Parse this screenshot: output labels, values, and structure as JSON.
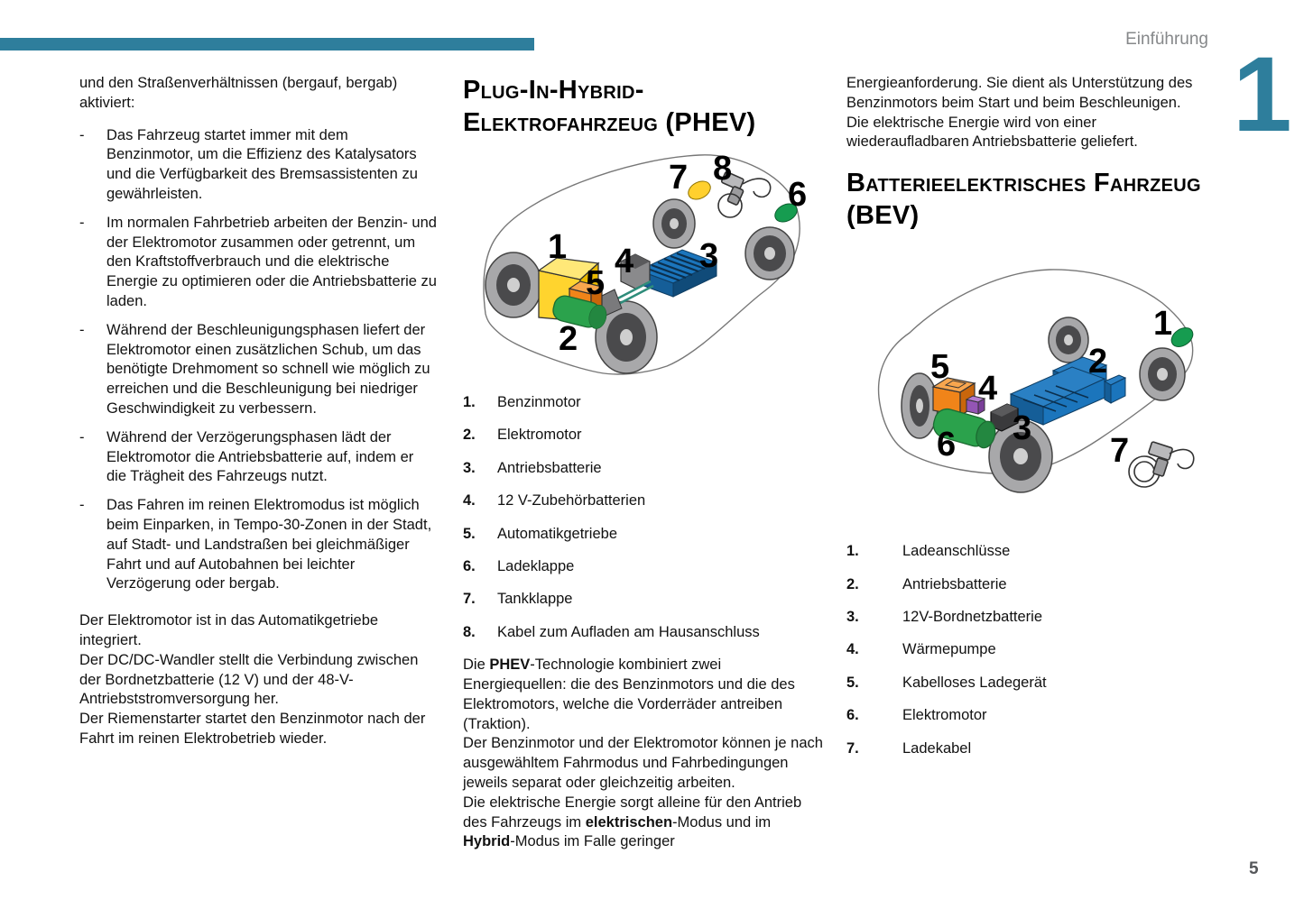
{
  "page": {
    "header": "Einführung",
    "chapter_number": "1",
    "page_number": "5"
  },
  "colors": {
    "accent_teal": "#2E7E9C",
    "header_gray": "#86888A",
    "battery_blue": "#1B75BC",
    "engine_yellow": "#FFD42E",
    "gearbox_orange": "#F08419",
    "motor_green": "#2BA24C",
    "flap_green": "#169C50",
    "flap_yellow": "#FFD02E",
    "heatpump_purple": "#9455B5"
  },
  "left_column": {
    "marker": "-",
    "intro": "und den Straßenverhältnissen (bergauf, bergab) aktiviert:",
    "bullets": [
      "Das Fahrzeug startet immer mit dem Benzinmotor, um die Effizienz des Katalysators und die Verfügbarkeit des Bremsassistenten zu gewährleisten.",
      "Im normalen Fahrbetrieb arbeiten der Benzin- und der Elektromotor zusammen oder getrennt, um den Kraftstoffverbrauch und die elektrische Energie zu optimieren oder die Antriebsbatterie zu laden.",
      "Während der Beschleunigungsphasen liefert der Elektromotor einen zusätzlichen Schub, um das benötigte Drehmoment so schnell wie möglich zu erreichen und die Beschleunigung bei niedriger Geschwindigkeit zu verbessern.",
      "Während der Verzögerungsphasen lädt der Elektromotor die Antriebsbatterie auf, indem er die Trägheit des Fahrzeugs nutzt.",
      "Das Fahren im reinen Elektromodus ist möglich beim Einparken, in Tempo-30-Zonen in der Stadt, auf Stadt- und Landstraßen bei gleichmäßiger Fahrt und auf Autobahnen bei leichter Verzögerung oder bergab."
    ],
    "closing": "Der Elektromotor ist in das Automatikgetriebe integriert.\nDer DC/DC-Wandler stellt die Verbindung zwischen der Bordnetzbatterie (12 V) und der 48-V-Antriebststromversorgung her.\nDer Riemenstarter startet den Benzinmotor nach der Fahrt im reinen Elektrobetrieb wieder."
  },
  "phev": {
    "title": "Plug-In-Hybrid-Elektrofahrzeug (PHEV)",
    "nums": [
      "1",
      "2",
      "3",
      "4",
      "5",
      "6",
      "7",
      "8"
    ],
    "legend": [
      {
        "num": "1.",
        "label": "Benzinmotor"
      },
      {
        "num": "2.",
        "label": "Elektromotor"
      },
      {
        "num": "3.",
        "label": "Antriebsbatterie"
      },
      {
        "num": "4.",
        "label": "12 V-Zubehörbatterien"
      },
      {
        "num": "5.",
        "label": "Automatikgetriebe"
      },
      {
        "num": "6.",
        "label": "Ladeklappe"
      },
      {
        "num": "7.",
        "label": "Tankklappe"
      },
      {
        "num": "8.",
        "label": "Kabel zum Aufladen am Hausanschluss"
      }
    ],
    "text": {
      "seg0": "Die ",
      "seg1": "PHEV",
      "seg2": "-Technologie kombiniert zwei Energiequellen: die des Benzinmotors und die des Elektromotors, welche die Vorderräder antreiben (Traktion).\nDer Benzinmotor und der Elektromotor können je nach ausgewähltem Fahrmodus und Fahrbedingungen jeweils separat oder gleichzeitig arbeiten.\nDie elektrische Energie sorgt alleine für den Antrieb des Fahrzeugs im ",
      "seg3": "elektrischen",
      "seg4": "-Modus und im ",
      "seg5": "Hybrid",
      "seg6": "-Modus im Falle geringer"
    }
  },
  "bev": {
    "intro": "Energieanforderung. Sie dient als Unterstützung des Benzinmotors beim Start und beim Beschleunigen.\nDie elektrische Energie wird von einer wiederaufladbaren Antriebsbatterie geliefert.",
    "title": "Batterieelektrisches Fahrzeug (BEV)",
    "nums": [
      "1",
      "2",
      "3",
      "4",
      "5",
      "6",
      "7"
    ],
    "legend": [
      {
        "num": "1.",
        "label": "Ladeanschlüsse"
      },
      {
        "num": "2.",
        "label": "Antriebsbatterie"
      },
      {
        "num": "3.",
        "label": "12V-Bordnetzbatterie"
      },
      {
        "num": "4.",
        "label": "Wärmepumpe"
      },
      {
        "num": "5.",
        "label": "Kabelloses Ladegerät"
      },
      {
        "num": "6.",
        "label": "Elektromotor"
      },
      {
        "num": "7.",
        "label": "Ladekabel"
      }
    ]
  }
}
